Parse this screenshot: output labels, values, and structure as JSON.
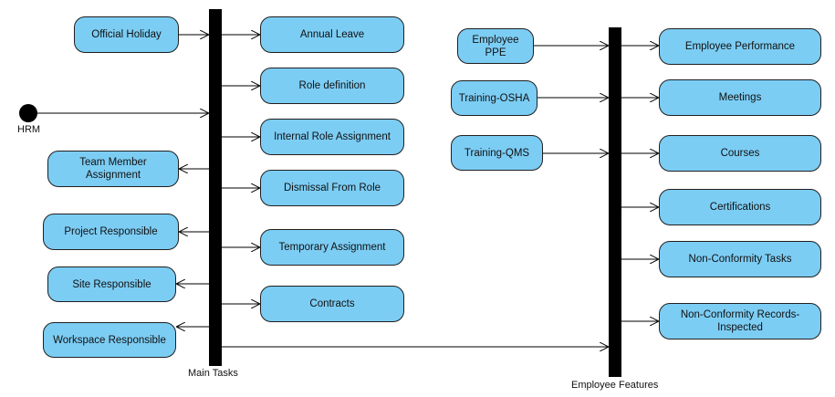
{
  "initial": {
    "label": "HRM"
  },
  "main_tasks": {
    "label": "Main Tasks",
    "right": [
      "Annual Leave",
      "Role definition",
      "Internal Role Assignment",
      "Dismissal From Role",
      "Temporary Assignment",
      "Contracts"
    ],
    "left": [
      "Official Holiday",
      "Team Member Assignment",
      "Project Responsible",
      "Site Responsible",
      "Workspace Responsible"
    ]
  },
  "employee_features": {
    "label": "Employee Features",
    "right": [
      "Employee Performance",
      "Meetings",
      "Courses",
      "Certifications",
      "Non-Conformity Tasks",
      "Non-Conformity Records-Inspected"
    ],
    "left": [
      "Employee PPE",
      "Training-OSHA",
      "Training-QMS"
    ]
  }
}
